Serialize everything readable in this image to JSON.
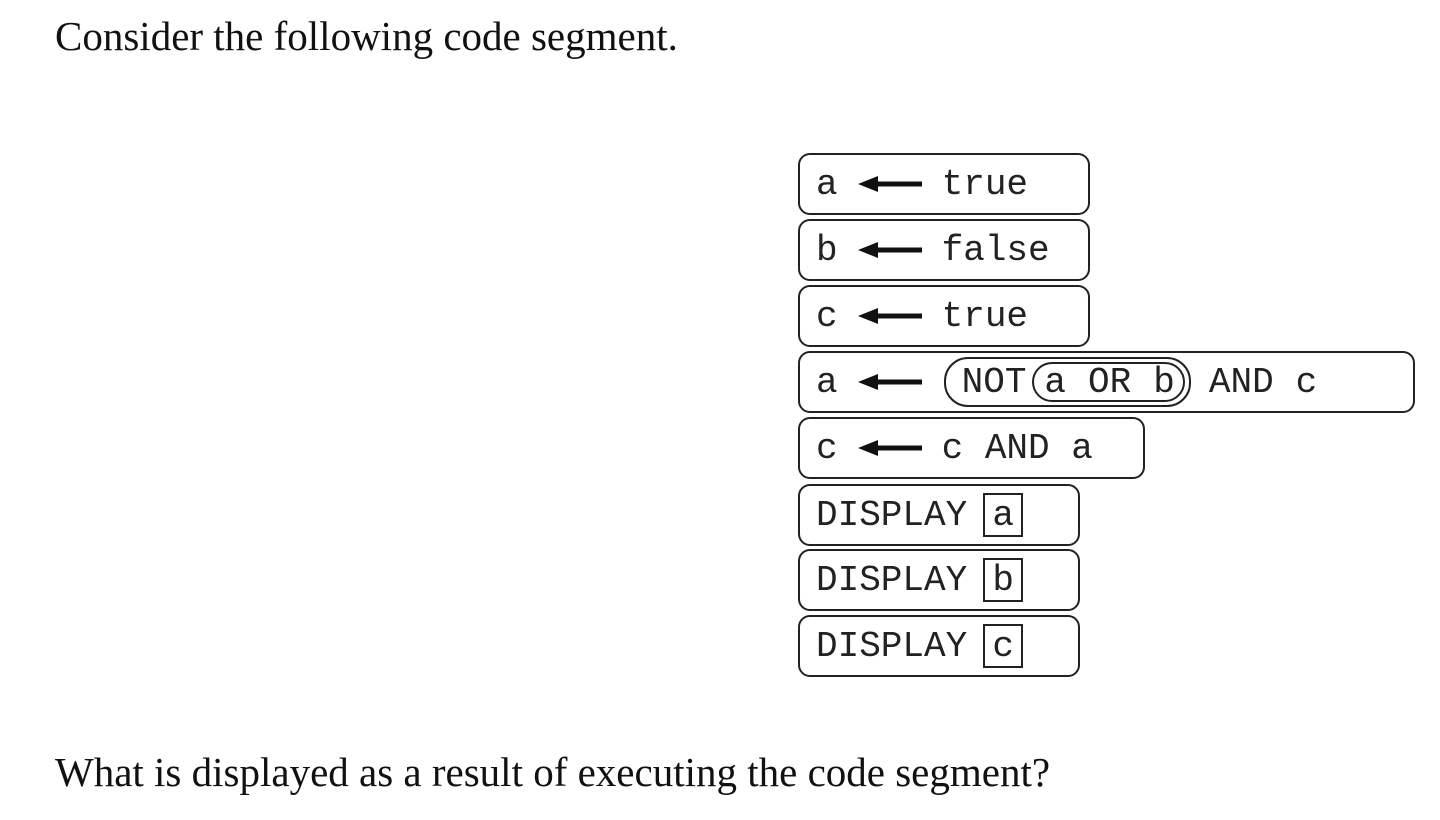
{
  "prompt": {
    "intro": "Consider the following code segment.",
    "question": "What is displayed as a result of executing the code segment?"
  },
  "code": {
    "lines": [
      {
        "var": "a",
        "value": "true"
      },
      {
        "var": "b",
        "value": "false"
      },
      {
        "var": "c",
        "value": "true"
      },
      {
        "var": "a",
        "not": "NOT",
        "inner_left": "a",
        "inner_op": "OR",
        "inner_right": "b",
        "op": "AND",
        "right": "c"
      },
      {
        "var": "c",
        "value": "c AND a"
      },
      {
        "keyword": "DISPLAY",
        "arg": "a"
      },
      {
        "keyword": "DISPLAY",
        "arg": "b"
      },
      {
        "keyword": "DISPLAY",
        "arg": "c"
      }
    ]
  },
  "icons": {
    "assign": "left-arrow-icon"
  },
  "colors": {
    "text": "#111111",
    "block_border": "#222222",
    "background": "#ffffff"
  }
}
